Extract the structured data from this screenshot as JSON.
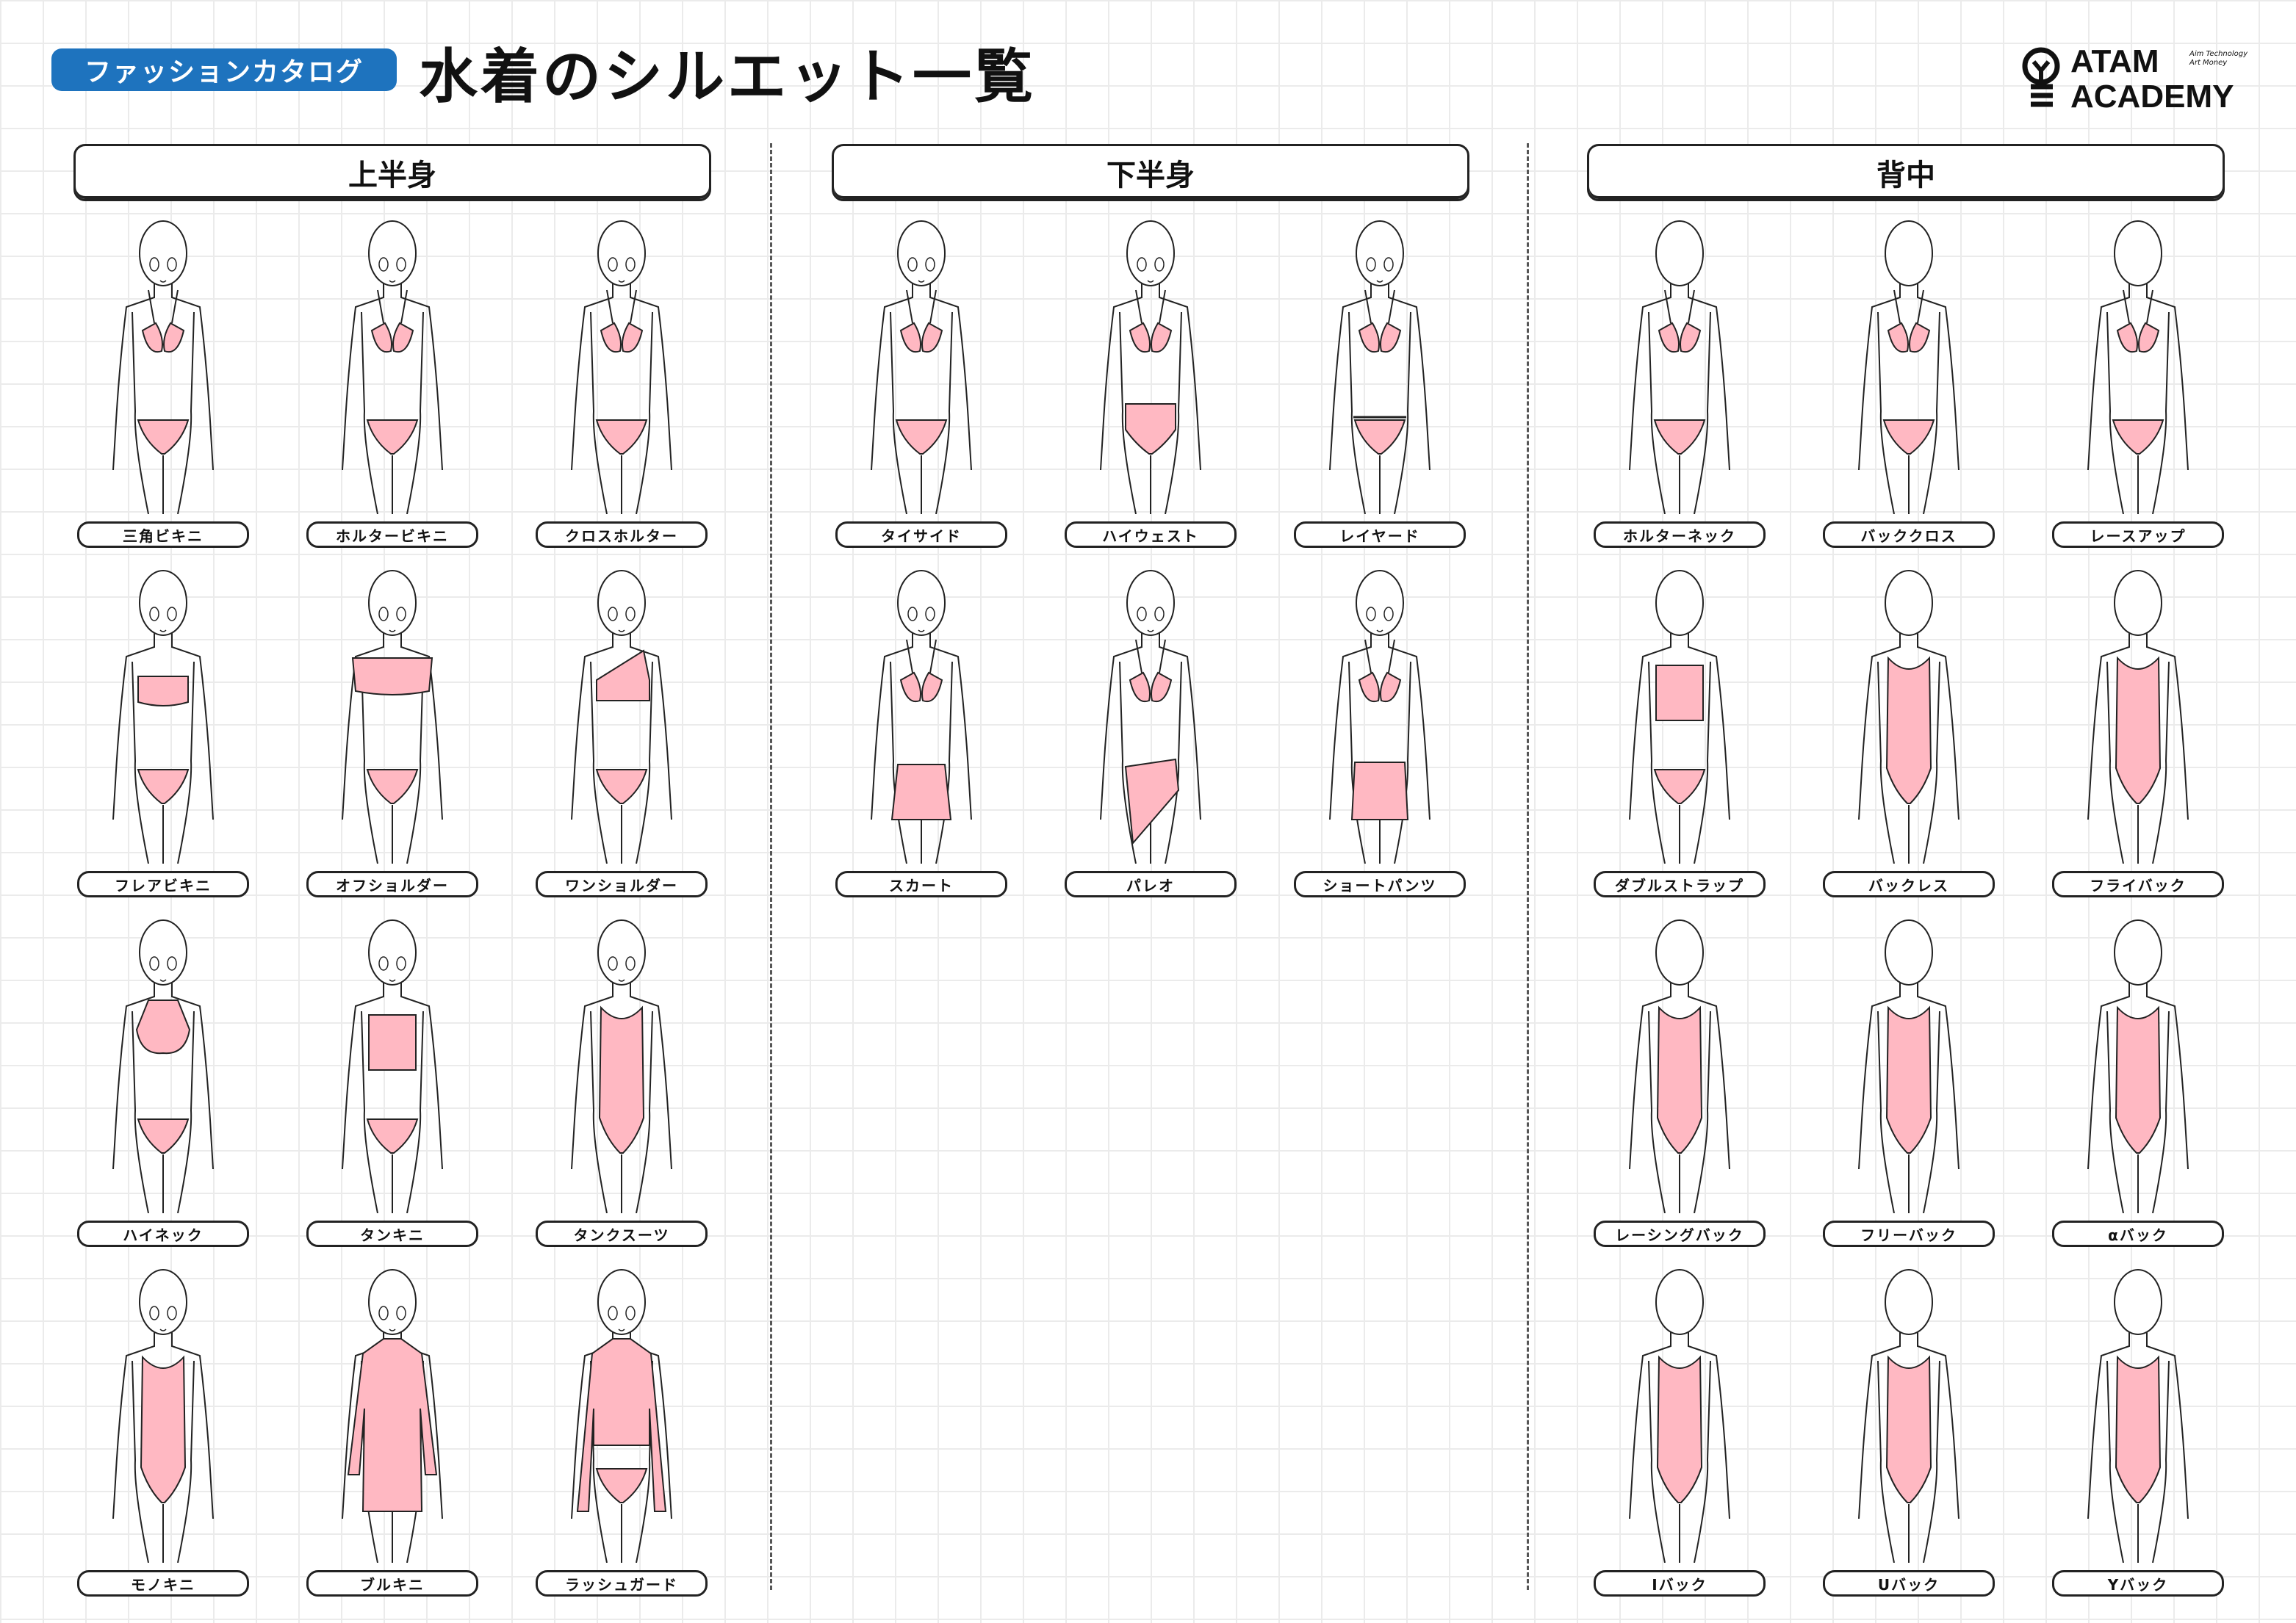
{
  "header": {
    "category": "ファッションカタログ",
    "title": "水着のシルエット一覧"
  },
  "logo": {
    "line1": "ATAM",
    "line2": "ACADEMY",
    "tag1": "Aim Technology",
    "tag2": "Art Money"
  },
  "sections": [
    {
      "title": "上半身",
      "items": [
        "三角ビキニ",
        "ホルタービキニ",
        "クロスホルター",
        "フレアビキニ",
        "オフショルダー",
        "ワンショルダー",
        "ハイネック",
        "タンキニ",
        "タンクスーツ",
        "モノキニ",
        "ブルキニ",
        "ラッシュガード"
      ]
    },
    {
      "title": "下半身",
      "items": [
        "タイサイド",
        "ハイウェスト",
        "レイヤード",
        "スカート",
        "パレオ",
        "ショートパンツ"
      ]
    },
    {
      "title": "背中",
      "items": [
        "ホルターネック",
        "バッククロス",
        "レースアップ",
        "ダブルストラップ",
        "バックレス",
        "フライバック",
        "レーシングバック",
        "フリーバック",
        "αバック",
        "Iバック",
        "Uバック",
        "Yバック"
      ]
    }
  ],
  "colors": {
    "accent": "#1e73be",
    "swimsuit": "#ffb8c2"
  }
}
